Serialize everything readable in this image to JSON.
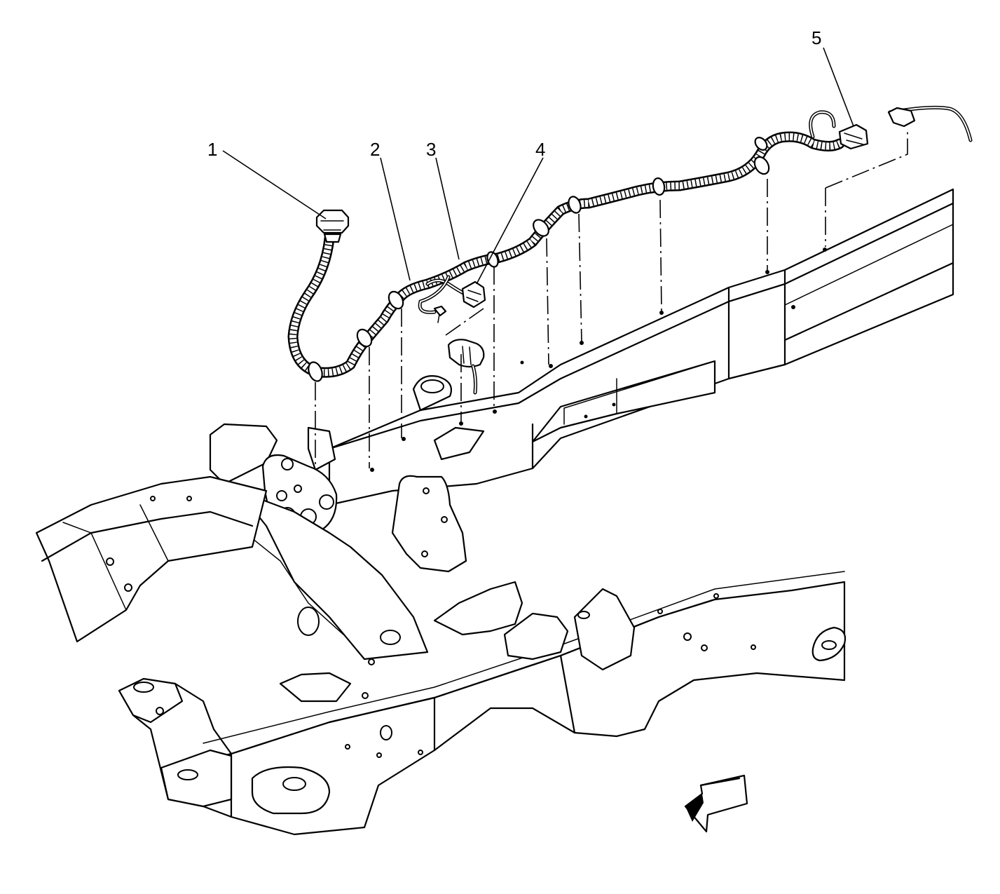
{
  "diagram": {
    "callouts": [
      {
        "id": "1",
        "label": "1"
      },
      {
        "id": "2",
        "label": "2"
      },
      {
        "id": "3",
        "label": "3"
      },
      {
        "id": "4",
        "label": "4"
      },
      {
        "id": "5",
        "label": "5"
      }
    ],
    "icons": [
      "front-direction-arrow-icon"
    ]
  }
}
